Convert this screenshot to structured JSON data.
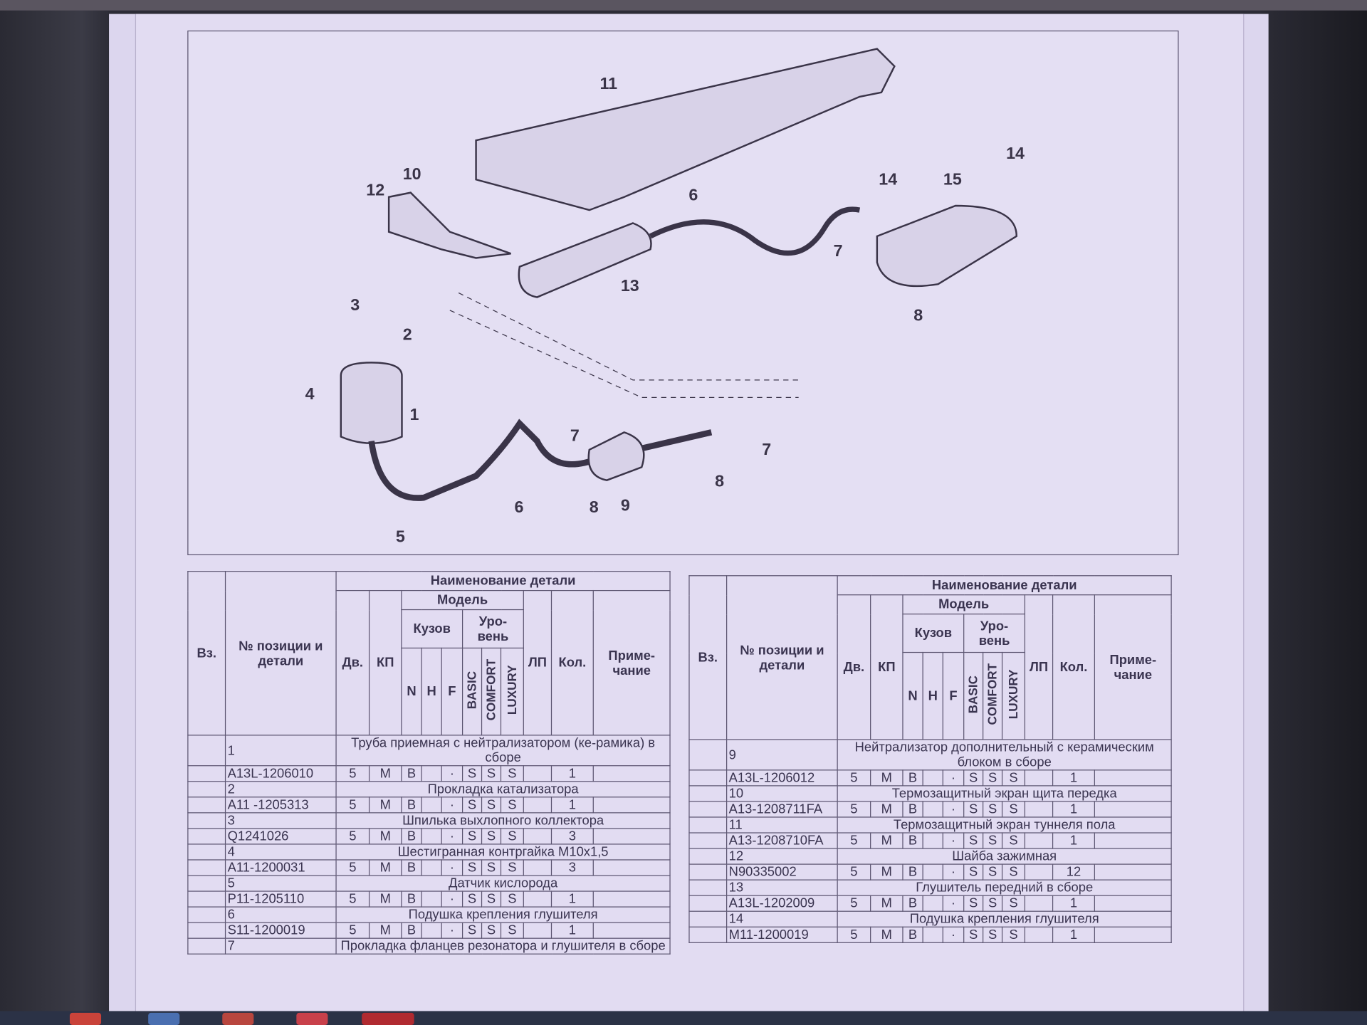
{
  "callouts": [
    "11",
    "10",
    "12",
    "6",
    "14",
    "15",
    "14",
    "13",
    "7",
    "8",
    "3",
    "2",
    "4",
    "1",
    "7",
    "6",
    "8",
    "9",
    "5",
    "8",
    "7"
  ],
  "table_headers": {
    "vz": "Вз.",
    "pos": "№ позиции и детали",
    "name": "Наименование детали",
    "model": "Модель",
    "dv": "Дв.",
    "kp": "КП",
    "body": "Кузов",
    "level": "Уро-вень",
    "n": "N",
    "h": "H",
    "f": "F",
    "basic": "BASIC",
    "comfort": "COMFORT",
    "luxury": "LUXURY",
    "lp": "ЛП",
    "qty": "Кол.",
    "note": "Приме-чание"
  },
  "left_table": [
    {
      "num": "1",
      "name": "Труба приемная с нейтрализатором (ке-рамика) в сборе",
      "part": "A13L-1206010",
      "dv": "5",
      "kp": "M",
      "n": "B",
      "h": "",
      "f": "·",
      "basic": "S",
      "comfort": "S",
      "luxury": "S",
      "lp": "",
      "qty": "1",
      "note": ""
    },
    {
      "num": "2",
      "name": "Прокладка катализатора",
      "part": "A11 -1205313",
      "dv": "5",
      "kp": "M",
      "n": "B",
      "h": "",
      "f": "·",
      "basic": "S",
      "comfort": "S",
      "luxury": "S",
      "lp": "",
      "qty": "1",
      "note": ""
    },
    {
      "num": "3",
      "name": "Шпилька выхлопного коллектора",
      "part": "Q1241026",
      "dv": "5",
      "kp": "M",
      "n": "B",
      "h": "",
      "f": "·",
      "basic": "S",
      "comfort": "S",
      "luxury": "S",
      "lp": "",
      "qty": "3",
      "note": ""
    },
    {
      "num": "4",
      "name": "Шестигранная контргайка М10х1,5",
      "part": "A11-1200031",
      "dv": "5",
      "kp": "M",
      "n": "B",
      "h": "",
      "f": "·",
      "basic": "S",
      "comfort": "S",
      "luxury": "S",
      "lp": "",
      "qty": "3",
      "note": ""
    },
    {
      "num": "5",
      "name": "Датчик кислорода",
      "part": "P11-1205110",
      "dv": "5",
      "kp": "M",
      "n": "B",
      "h": "",
      "f": "·",
      "basic": "S",
      "comfort": "S",
      "luxury": "S",
      "lp": "",
      "qty": "1",
      "note": ""
    },
    {
      "num": "6",
      "name": "Подушка крепления глушителя",
      "part": "S11-1200019",
      "dv": "5",
      "kp": "M",
      "n": "B",
      "h": "",
      "f": "·",
      "basic": "S",
      "comfort": "S",
      "luxury": "S",
      "lp": "",
      "qty": "1",
      "note": ""
    },
    {
      "num": "7",
      "name": "Прокладка фланцев резонатора и глушителя в сборе",
      "part": "",
      "dv": "",
      "kp": "",
      "n": "",
      "h": "",
      "f": "",
      "basic": "",
      "comfort": "",
      "luxury": "",
      "lp": "",
      "qty": "",
      "note": ""
    }
  ],
  "right_table": [
    {
      "num": "9",
      "name": "Нейтрализатор дополнительный с керамическим блоком в сборе",
      "part": "A13L-1206012",
      "dv": "5",
      "kp": "M",
      "n": "B",
      "h": "",
      "f": "·",
      "basic": "S",
      "comfort": "S",
      "luxury": "S",
      "lp": "",
      "qty": "1",
      "note": ""
    },
    {
      "num": "10",
      "name": "Термозащитный экран щита передка",
      "part": "A13-1208711FA",
      "dv": "5",
      "kp": "M",
      "n": "B",
      "h": "",
      "f": "·",
      "basic": "S",
      "comfort": "S",
      "luxury": "S",
      "lp": "",
      "qty": "1",
      "note": ""
    },
    {
      "num": "11",
      "name": "Термозащитный экран туннеля пола",
      "part": "A13-1208710FA",
      "dv": "5",
      "kp": "M",
      "n": "B",
      "h": "",
      "f": "·",
      "basic": "S",
      "comfort": "S",
      "luxury": "S",
      "lp": "",
      "qty": "1",
      "note": ""
    },
    {
      "num": "12",
      "name": "Шайба зажимная",
      "part": "N90335002",
      "dv": "5",
      "kp": "M",
      "n": "B",
      "h": "",
      "f": "·",
      "basic": "S",
      "comfort": "S",
      "luxury": "S",
      "lp": "",
      "qty": "12",
      "note": ""
    },
    {
      "num": "13",
      "name": "Глушитель передний в сборе",
      "part": "A13L-1202009",
      "dv": "5",
      "kp": "M",
      "n": "B",
      "h": "",
      "f": "·",
      "basic": "S",
      "comfort": "S",
      "luxury": "S",
      "lp": "",
      "qty": "1",
      "note": ""
    },
    {
      "num": "14",
      "name": "Подушка крепления глушителя",
      "part": "M11-1200019",
      "dv": "5",
      "kp": "M",
      "n": "B",
      "h": "",
      "f": "·",
      "basic": "S",
      "comfort": "S",
      "luxury": "S",
      "lp": "",
      "qty": "1",
      "note": ""
    }
  ]
}
